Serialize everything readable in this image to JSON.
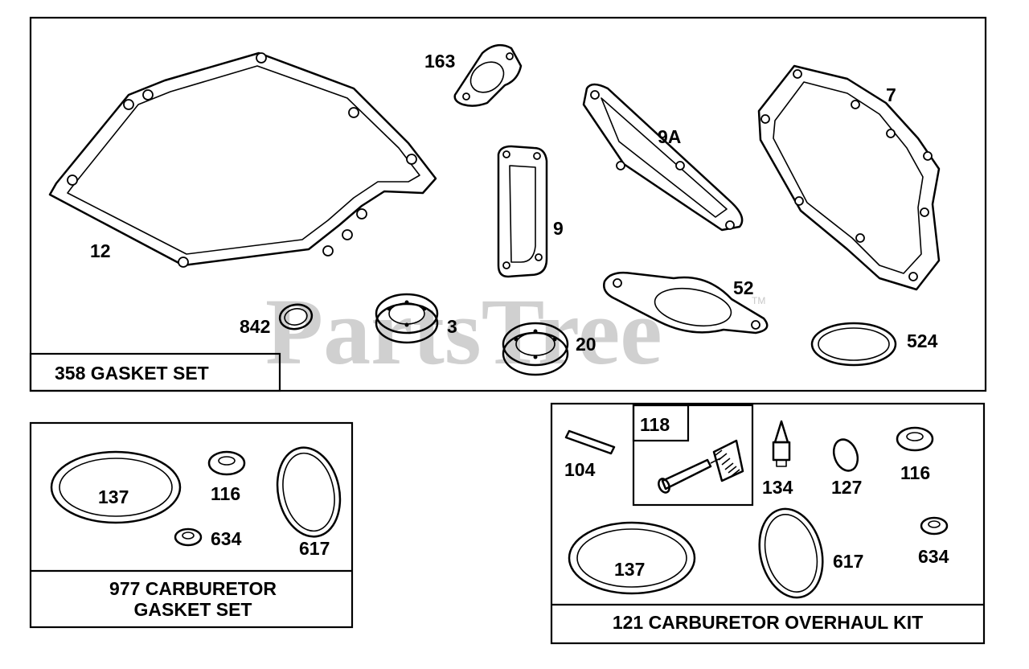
{
  "watermark": {
    "text": "PartsTree",
    "tm": "TM"
  },
  "panels": {
    "gasket_set": {
      "title": "358 GASKET SET",
      "labels": {
        "p12": "12",
        "p163": "163",
        "p9a": "9A",
        "p7": "7",
        "p9": "9",
        "p52": "52",
        "p842": "842",
        "p3": "3",
        "p20": "20",
        "p524": "524"
      }
    },
    "carb_gasket_set": {
      "title_line1": "977 CARBURETOR",
      "title_line2": "GASKET SET",
      "labels": {
        "p137": "137",
        "p116": "116",
        "p634": "634",
        "p617": "617"
      }
    },
    "overhaul_kit": {
      "title": "121 CARBURETOR OVERHAUL KIT",
      "labels": {
        "p118": "118",
        "p104": "104",
        "p134": "134",
        "p127": "127",
        "p116": "116",
        "p137": "137",
        "p617": "617",
        "p634": "634"
      }
    }
  }
}
